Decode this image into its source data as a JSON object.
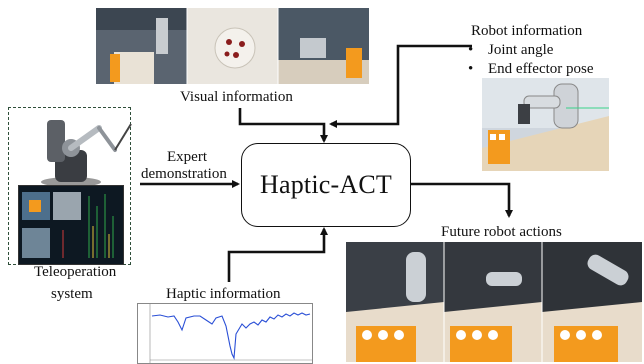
{
  "title": "Haptic-ACT",
  "labels": {
    "visual": "Visual information",
    "robot": "Robot information",
    "expert_line1": "Expert",
    "expert_line2": "demonstration",
    "teleop_line1": "Teleoperation",
    "teleop_line2": "system",
    "haptic": "Haptic information",
    "future": "Future robot actions"
  },
  "robot_info_items": [
    "Joint angle",
    "End effector pose"
  ],
  "colors": {
    "arrow": "#111111",
    "crate_orange": "#f39a1e",
    "haptic_line": "#2a4fd6",
    "panel_border": "#2f4f3a"
  },
  "icons": [
    "haptic-device-icon",
    "robot-arm-icon"
  ]
}
